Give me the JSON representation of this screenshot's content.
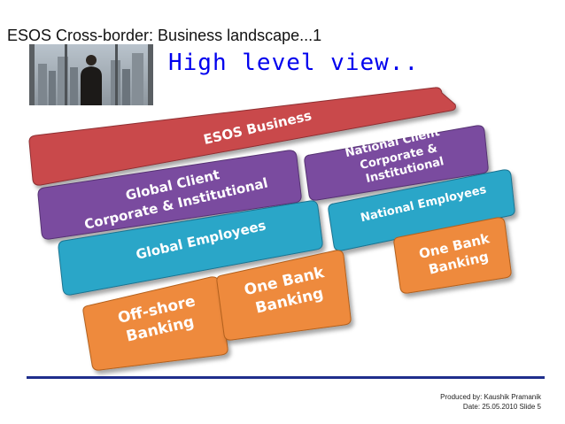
{
  "slide": {
    "title": "ESOS Cross-border: Business landscape...1",
    "subtitle": "High level view.."
  },
  "blocks": {
    "esos_business": {
      "label": "ESOS Business",
      "color": "#c94a4c"
    },
    "global_client": {
      "line1": "Global Client",
      "line2": "Corporate & Institutional",
      "color": "#7a4b9f"
    },
    "national_client": {
      "line1": "National Client",
      "line2": "Corporate &",
      "line3": "Institutional",
      "color": "#7a4b9f"
    },
    "global_employees": {
      "label": "Global Employees",
      "color": "#2aa6c8"
    },
    "national_employees": {
      "label": "National Employees",
      "color": "#2aa6c8"
    },
    "offshore_banking": {
      "line1": "Off-shore",
      "line2": "Banking",
      "color": "#ee8a3c"
    },
    "one_bank_banking_left": {
      "line1": "One Bank",
      "line2": "Banking",
      "color": "#ee8a3c"
    },
    "one_bank_banking_right": {
      "line1": "One Bank",
      "line2": "Banking",
      "color": "#ee8a3c"
    }
  },
  "footer": {
    "produced_by": "Produced by: Kaushik Pramanik",
    "date_slide": "Date: 25.05.2010 Slide 5"
  }
}
